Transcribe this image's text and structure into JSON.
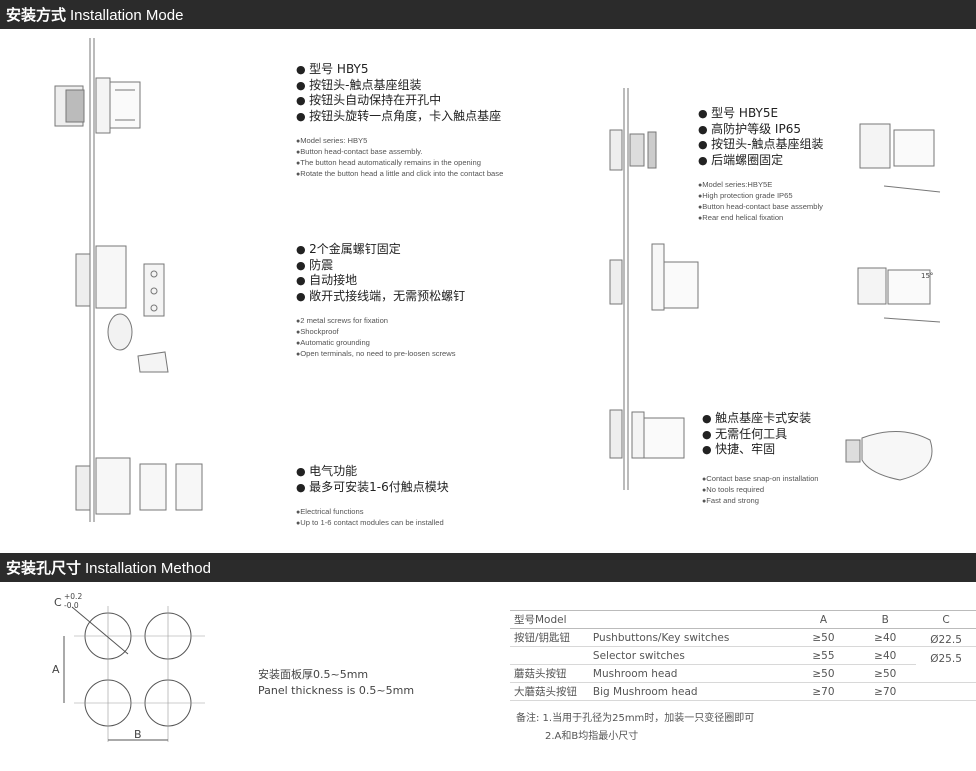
{
  "section1": {
    "title_cn": "安装方式",
    "title_en": "Installation Mode"
  },
  "section2": {
    "title_cn": "安装孔尺寸",
    "title_en": "Installation Method"
  },
  "block1": {
    "cn": [
      "型号 HBY5",
      "按钮头-触点基座组装",
      "按钮头自动保持在开孔中",
      "按钮头旋转一点角度，卡入触点基座"
    ],
    "en": [
      "Model series: HBY5",
      "Button head-contact base assembly.",
      "The button head automatically remains in the opening",
      "Rotate the button head a little and click into the contact base"
    ]
  },
  "block2": {
    "cn": [
      "2个金属螺钉固定",
      "防震",
      "自动接地",
      "敞开式接线端，无需预松螺钉"
    ],
    "en": [
      "2 metal screws for fixation",
      "Shockproof",
      "Automatic grounding",
      "Open terminals, no need to pre-loosen screws"
    ]
  },
  "block3": {
    "cn": [
      "电气功能",
      "最多可安装1-6付触点模块"
    ],
    "en": [
      "Electrical functions",
      "Up to 1-6 contact modules can be installed"
    ]
  },
  "block4": {
    "cn": [
      "型号 HBY5E",
      "高防护等级 IP65",
      "按钮头-触点基座组装",
      "后端螺圈固定"
    ],
    "en": [
      "Model series:HBY5E",
      "High protection grade IP65",
      "Button head-contact base assembly",
      "Rear end helical fixation"
    ]
  },
  "block5": {
    "cn": [
      "触点基座卡式安装",
      "无需任何工具",
      "快捷、牢固"
    ],
    "en": [
      "Contact base snap-on installation",
      "No tools required",
      "Fast and strong"
    ]
  },
  "diagram": {
    "c_label": "C",
    "tol_plus": "+0.2",
    "tol_minus": "-0.0",
    "a_label": "A",
    "b_label": "B",
    "angle_label": "15°"
  },
  "panel": {
    "cn": "安装面板厚0.5~5mm",
    "en": "Panel thickness is 0.5~5mm"
  },
  "table": {
    "header": [
      "型号Model",
      "",
      "A",
      "B",
      "C"
    ],
    "rows": [
      [
        "按钮/钥匙钮",
        "Pushbuttons/Key switches",
        "≥50",
        "≥40"
      ],
      [
        "",
        "Selector switches",
        "≥55",
        "≥40"
      ],
      [
        "蘑菇头按钮",
        "Mushroom head",
        "≥50",
        "≥50"
      ],
      [
        "大蘑菇头按钮",
        "Big Mushroom head",
        "≥70",
        "≥70"
      ]
    ],
    "c_values": [
      "Ø22.5",
      "Ø25.5"
    ]
  },
  "notes": [
    "备注: 1.当用于孔径为25mm时，加装一只变径圈即可",
    "2.A和B均指最小尺寸"
  ]
}
